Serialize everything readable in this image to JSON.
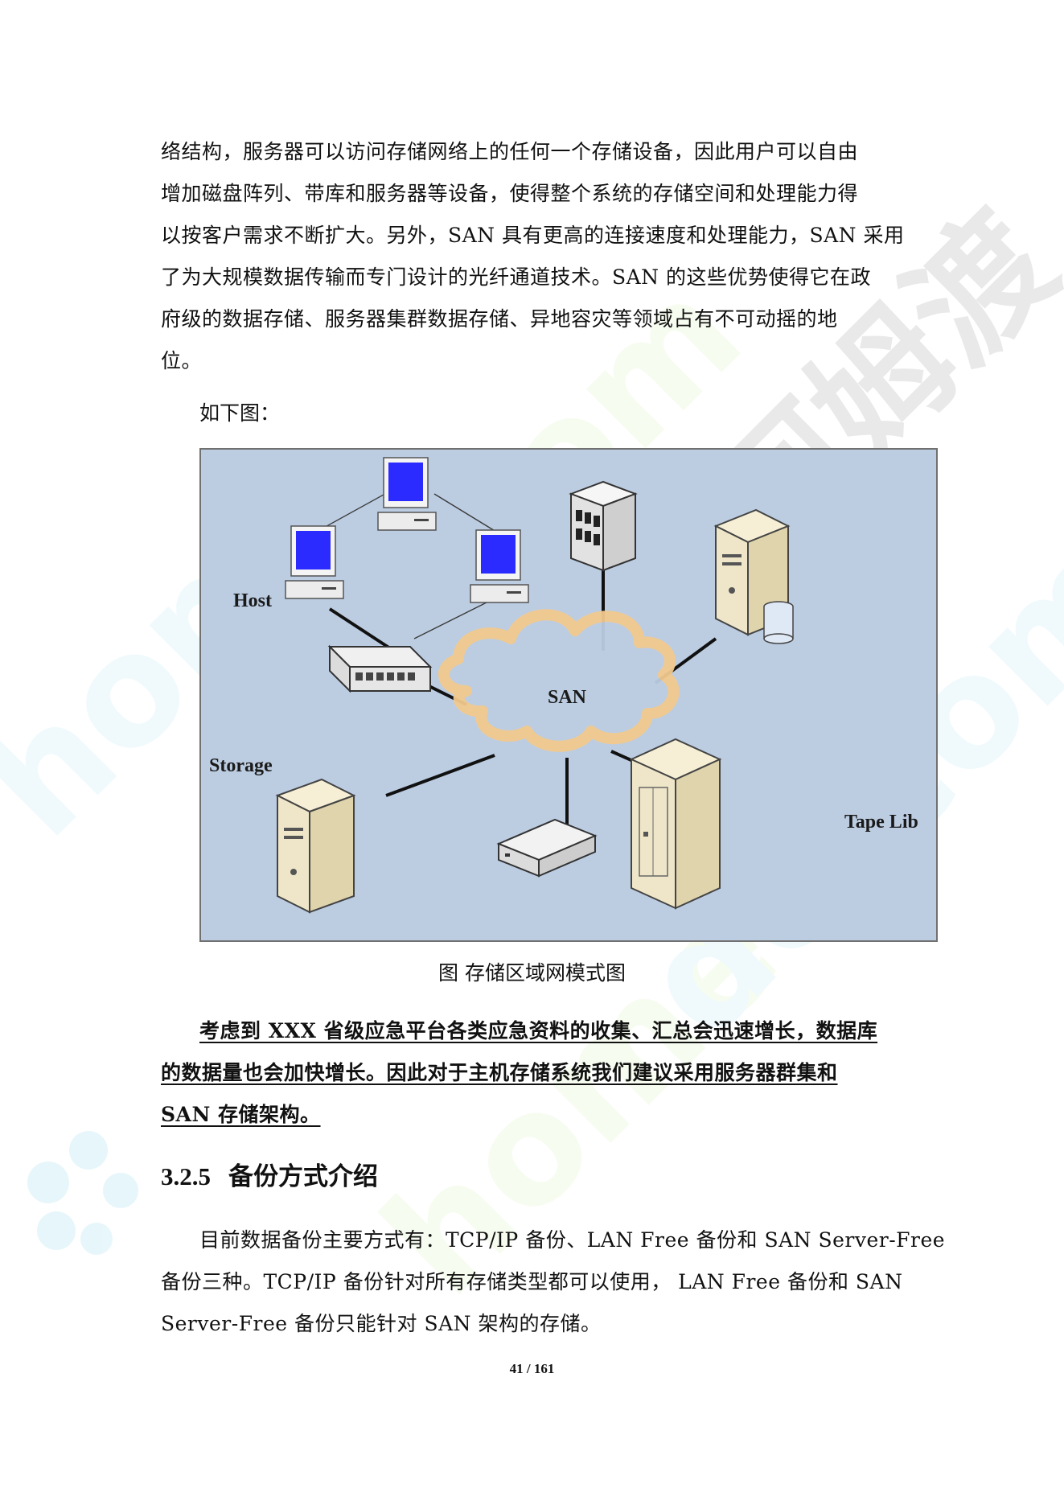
{
  "paragraph1": {
    "lines": [
      "络结构，服务器可以访问存储网络上的任何一个存储设备，因此用户可以自由",
      "增加磁盘阵列、带库和服务器等设备，使得整个系统的存储空间和处理能力得",
      "以按客户需求不断扩大。另外，SAN 具有更高的连接速度和处理能力，SAN 采用",
      "了为大规模数据传输而专门设计的光纤通道技术。SAN 的这些优势使得它在政",
      "府级的数据存储、服务器集群数据存储、异地容灾等领域占有不可动摇的地",
      "位。"
    ]
  },
  "intro": "如下图：",
  "figure": {
    "labels": {
      "host": "Host",
      "san": "SAN",
      "storage": "Storage",
      "tape": "Tape Lib"
    },
    "colors": {
      "background": "#bccde2",
      "screen": "#2b2bff",
      "cloud": "#f2c98e",
      "beige": "#efe6c9"
    }
  },
  "caption": "图  存储区域网模式图",
  "paragraph2": {
    "lines": [
      "考虑到 XXX 省级应急平台各类应急资料的收集、汇总会迅速增长，数据库",
      "的数据量也会加快增长。因此对于主机存储系统我们建议采用服务器群集和",
      "SAN 存储架构。"
    ]
  },
  "heading": {
    "number": "3.2.5",
    "title": "备份方式介绍"
  },
  "paragraph3": {
    "lines": [
      "目前数据备份主要方式有：TCP/IP 备份、LAN Free 备份和 SAN Server-Free",
      "备份三种。TCP/IP  备份针对所有存储类型都可以使用，  LAN  Free 备份和 SAN",
      "Server-Free 备份只能针对 SAN 架构的存储。"
    ]
  },
  "page_number": "41 / 161"
}
